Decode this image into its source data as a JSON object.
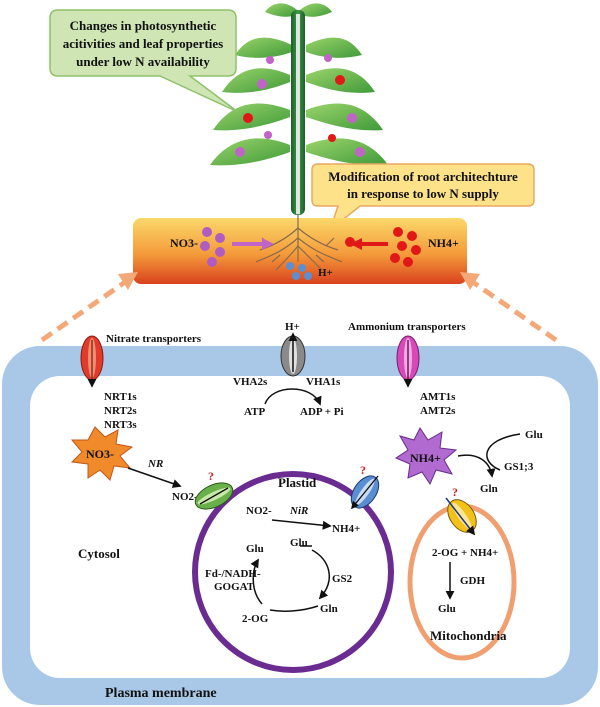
{
  "callouts": {
    "leaf_line1": "Changes in photosynthetic",
    "leaf_line2": "acitivities and leaf properties",
    "leaf_line3": "under low N availability",
    "root_line1": "Modification of root architechture",
    "root_line2": "in response to low N supply"
  },
  "soil": {
    "nitrate": "NO3-",
    "ammonium": "NH4+",
    "proton": "H+"
  },
  "transporters": {
    "nitrate_title": "Nitrate transporters",
    "nitrate_list": [
      "NRT1s",
      "NRT2s",
      "NRT3s"
    ],
    "proton_ion": "H+",
    "vha2": "VHA2s",
    "vha1": "VHA1s",
    "atp": "ATP",
    "adp": "ADP + Pi",
    "ammonium_title": "Ammonium transporters",
    "ammonium_list": [
      "AMT1s",
      "AMT2s"
    ]
  },
  "cytosol": {
    "label": "Cytosol",
    "no3": "NO3-",
    "nr": "NR",
    "no2": "NO2-",
    "question": "?",
    "nh4": "NH4+",
    "glu": "Glu",
    "gs13": "GS1;3",
    "gln": "Gln"
  },
  "plastid": {
    "label": "Plastid",
    "no2": "NO2-",
    "nir": "NiR",
    "nh4": "NH4+",
    "glu_left": "Glu",
    "glu_right": "Glu",
    "gogat_line1": "Fd-/NADH-",
    "gogat_line2": "GOGAT",
    "gs2": "GS2",
    "two_og": "2-OG",
    "gln": "Gln"
  },
  "mitochondria": {
    "label": "Mitochondria",
    "reaction": "2-OG + NH4+",
    "gdh": "GDH",
    "glu": "Glu"
  },
  "membrane": {
    "label": "Plasma membrane"
  },
  "colors": {
    "leaf_callout_fill": "#cfe6b4",
    "root_callout_fill": "#fde28a",
    "membrane": "#a9c8e8",
    "plastid_border": "#6a2c91",
    "mito_border": "#f0a070",
    "arrow_orange": "#f3a877",
    "nitrate_dot": "#b05cc0",
    "ammonium_dot": "#e02020",
    "proton_dot": "#5b8fd0"
  }
}
